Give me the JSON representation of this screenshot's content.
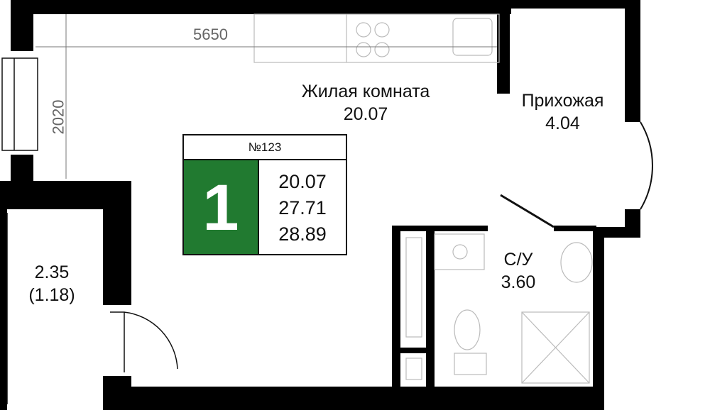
{
  "apartment": {
    "number": "№123",
    "rooms": "1",
    "areas": [
      "20.07",
      "27.71",
      "28.89"
    ],
    "accent_color": "#217a30"
  },
  "rooms": {
    "living": {
      "name": "Жилая комната",
      "area": "20.07"
    },
    "hall": {
      "name": "Прихожая",
      "area": "4.04"
    },
    "bathroom": {
      "name": "С/У",
      "area": "3.60"
    },
    "balcony": {
      "area": "2.35",
      "area_reduced": "(1.18)"
    }
  },
  "dimensions": {
    "width": "5650",
    "depth": "2020"
  }
}
